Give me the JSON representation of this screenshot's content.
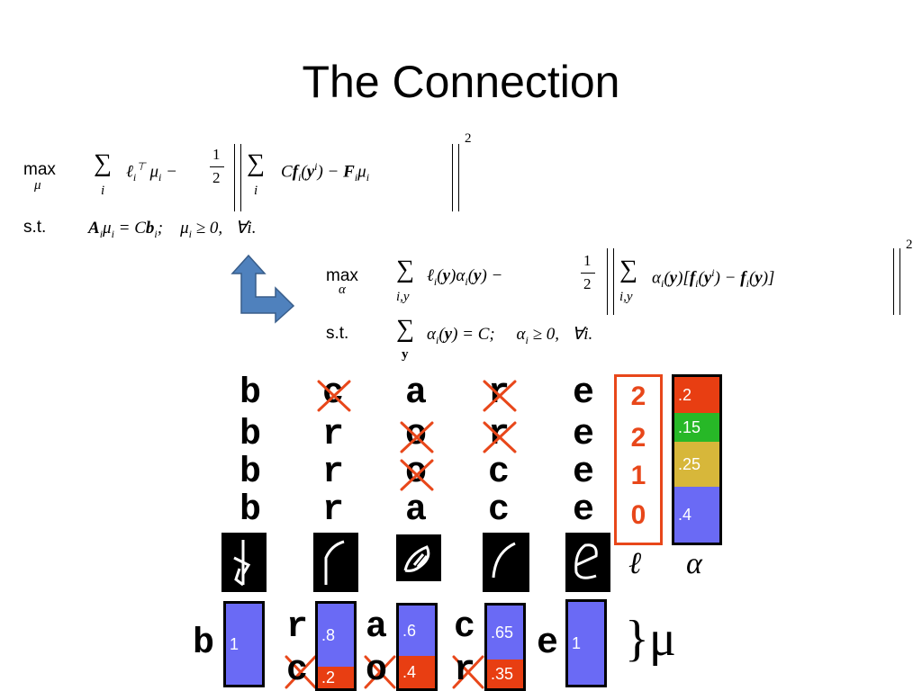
{
  "slide": {
    "title": "The Connection"
  },
  "formula1": {
    "max": "max",
    "sub": "μ",
    "line1_part1": "∑ ℓ",
    "line1_i": "i",
    "line1_sup": "⊤",
    "line1_part2": "μ",
    "line1_part3": "i",
    "line1_minus": "−",
    "line1_frac_top": "1",
    "line1_frac_bot": "2",
    "line1_sum_expr": "∑ Cf",
    "line1_sum_expr2": "(y",
    "line1_sum_expr3": ") − F",
    "line1_sum_expr4": "μ",
    "line1_sup2": "2",
    "sum_index": "i",
    "st": "s.t.",
    "line2": "A",
    "line2b": "μ",
    "line2c": " = Cb",
    "line2d": ";   μ",
    "line2e": " ≥ 0,   ∀i."
  },
  "formula2": {
    "max": "max",
    "sub": "α",
    "line1": "∑ ℓ",
    "line1b": "(y)α",
    "line1c": "(y) −",
    "frac_top": "1",
    "frac_bot": "2",
    "line1d": "∑ α",
    "line1e": "(y)[f",
    "line1f": "(y",
    "line1g": ") − f",
    "line1h": "(y)]",
    "sup": "2",
    "index1": "i,y",
    "index2": "i,y",
    "st": "s.t.",
    "line2": "∑ α",
    "line2b": "(y) = C;",
    "line2c": "α",
    "line2d": " ≥ 0,   ∀i.",
    "index3": "y"
  },
  "words": {
    "rows": [
      [
        "b",
        "c",
        "a",
        "r",
        "e"
      ],
      [
        "b",
        "r",
        "o",
        "r",
        "e"
      ],
      [
        "b",
        "r",
        "o",
        "c",
        "e"
      ],
      [
        "b",
        "r",
        "a",
        "c",
        "e"
      ]
    ]
  },
  "loss": {
    "label": "ℓ",
    "values": [
      "2",
      "2",
      "1",
      "0"
    ]
  },
  "alpha": {
    "label": "α",
    "segments": [
      {
        "label": ".2",
        "value": 0.2,
        "color": "#e83e12"
      },
      {
        "label": ".15",
        "value": 0.15,
        "color": "#27b827"
      },
      {
        "label": ".25",
        "value": 0.25,
        "color": "#d7b73a"
      },
      {
        "label": ".4",
        "value": 0.4,
        "color": "#6a6af5"
      }
    ]
  },
  "mu": {
    "label": "}μ",
    "b": {
      "letter": "b",
      "value": "1"
    },
    "p2": {
      "top_letter": "r",
      "bottom_letter": "c",
      "top_value": ".8",
      "bottom_value": ".2"
    },
    "p3": {
      "top_letter": "a",
      "bottom_letter": "o",
      "top_value": ".6",
      "bottom_value": ".4"
    },
    "p4": {
      "top_letter": "c",
      "bottom_letter": "r",
      "top_value": ".65",
      "bottom_value": ".35"
    },
    "e": {
      "letter": "e",
      "value": "1"
    }
  },
  "colors": {
    "red": "#e8471a",
    "blue": "#6a6af5",
    "orange_red": "#e83e12",
    "arrow": "#4f81bd"
  }
}
